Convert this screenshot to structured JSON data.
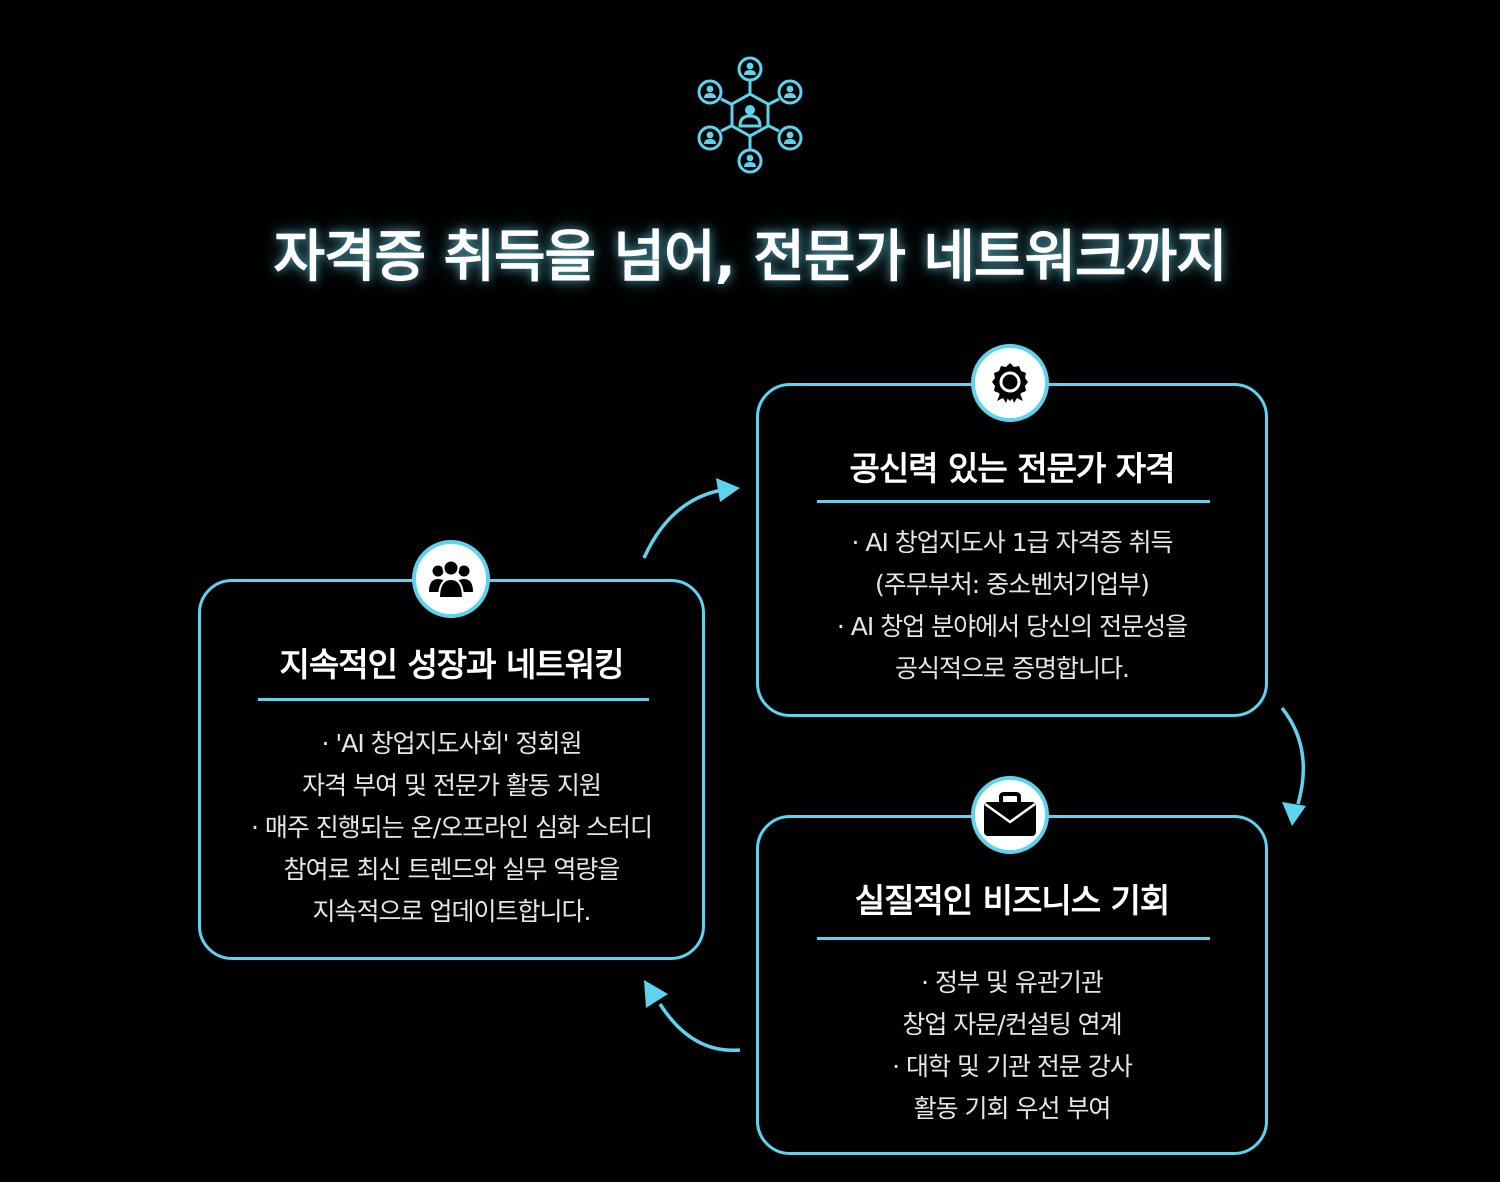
{
  "headline": "자격증 취득을 넘어, 전문가 네트워크까지",
  "colors": {
    "accent": "#5ed3ee",
    "background": "#000000",
    "text": "#ffffff"
  },
  "icons": {
    "header": "network-people-icon",
    "credential": "award-ribbon-icon",
    "business": "briefcase-icon",
    "growth": "people-group-icon"
  },
  "cards": {
    "credential": {
      "title": "공신력 있는 전문가 자격",
      "lines": [
        "· AI 창업지도사 1급 자격증 취득",
        "(주무부처: 중소벤처기업부)",
        "·  AI 창업 분야에서 당신의 전문성을",
        "공식적으로 증명합니다."
      ]
    },
    "growth": {
      "title": "지속적인 성장과 네트워킹",
      "lines": [
        "· 'AI 창업지도사회' 정회원",
        "자격 부여 및 전문가 활동 지원",
        "·  매주 진행되는 온/오프라인 심화 스터디",
        "참여로 최신 트렌드와 실무 역량을",
        "지속적으로 업데이트합니다."
      ]
    },
    "business": {
      "title": "실질적인 비즈니스 기회",
      "lines": [
        "· 정부 및 유관기관",
        "창업 자문/컨설팅 연계",
        "· 대학 및 기관 전문 강사",
        "활동 기회 우선 부여"
      ]
    }
  }
}
